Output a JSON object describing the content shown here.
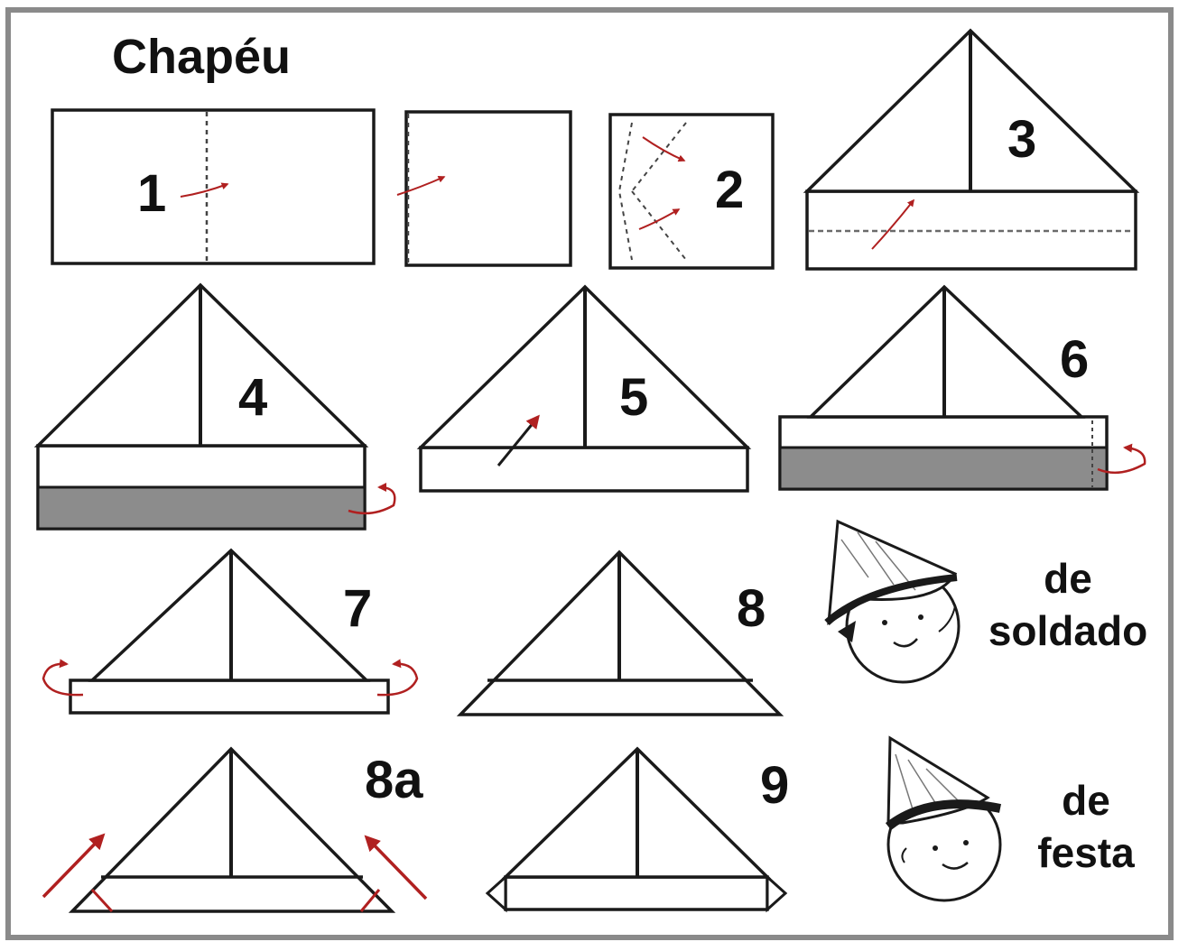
{
  "title": "Chapéu",
  "steps": {
    "s1": "1",
    "s2": "2",
    "s3": "3",
    "s4": "4",
    "s5": "5",
    "s6": "6",
    "s7": "7",
    "s8": "8",
    "s8a": "8a",
    "s9": "9"
  },
  "captions": {
    "soldier_line1": "de",
    "soldier_line2": "soldado",
    "party_line1": "de",
    "party_line2": "festa"
  },
  "colors": {
    "line": "#1a1a1a",
    "arrow": "#b02020",
    "band": "#8c8c8c",
    "frame": "#8a8a8a"
  },
  "icons": [
    "fold-arrow-icon",
    "turn-over-arrow-icon",
    "soldier-hat-illustration",
    "party-hat-illustration"
  ]
}
